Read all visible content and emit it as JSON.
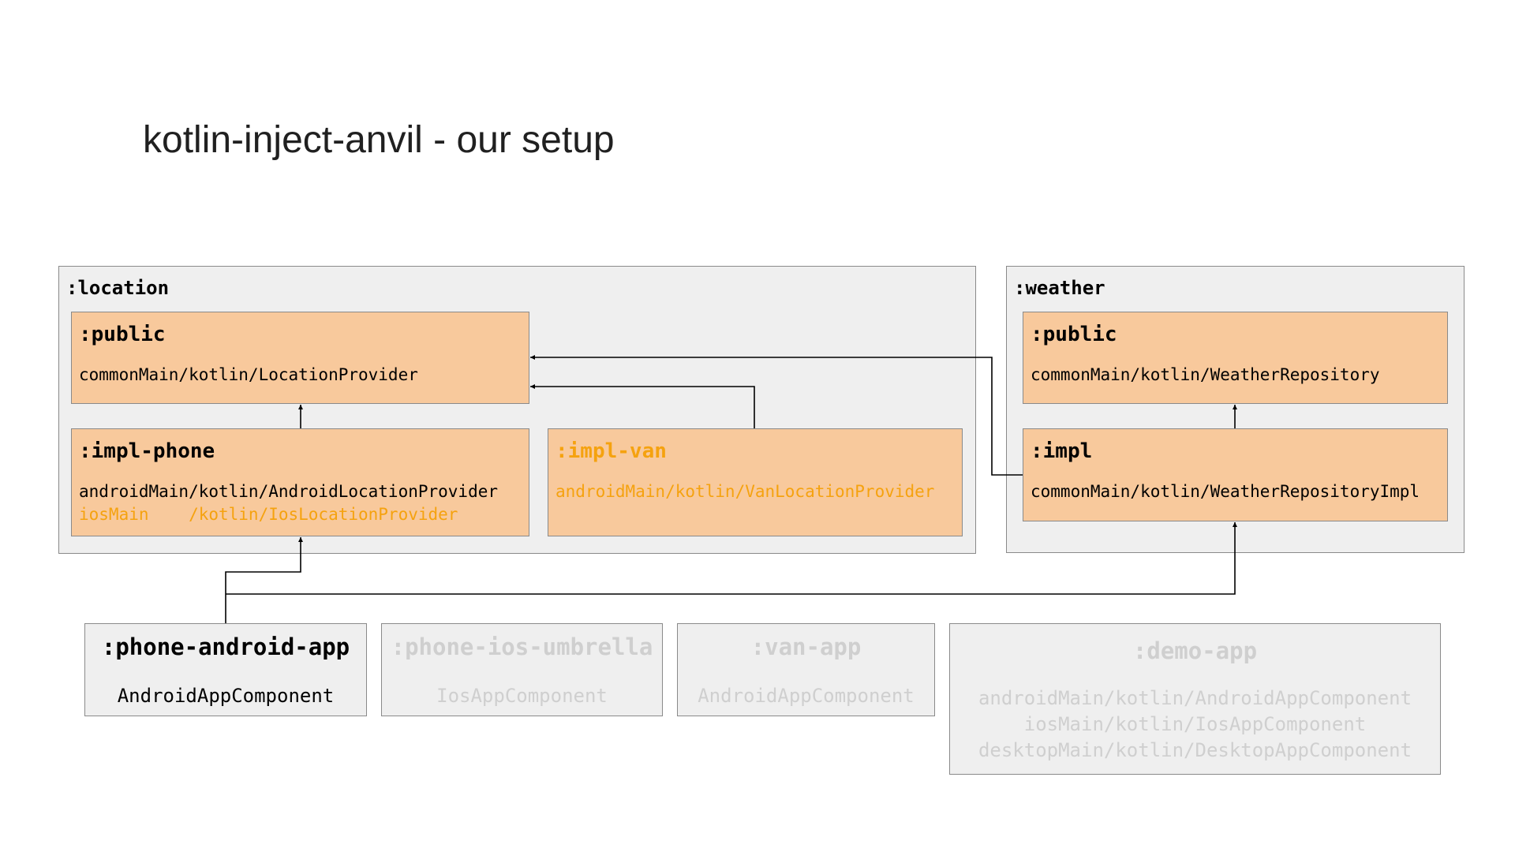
{
  "title": "kotlin-inject-anvil - our setup",
  "colors": {
    "module_fill": "#f8c99c",
    "group_fill": "#efefef",
    "border": "#8a8a8a",
    "highlight": "#f5a20f",
    "faded": "#cfcfcf"
  },
  "location": {
    "label": ":location",
    "public": {
      "title": ":public",
      "path": "commonMain/kotlin/LocationProvider"
    },
    "impl_phone": {
      "title": ":impl-phone",
      "path_android": "androidMain/kotlin/AndroidLocationProvider",
      "path_ios": "iosMain    /kotlin/IosLocationProvider"
    },
    "impl_van": {
      "title": ":impl-van",
      "path": "androidMain/kotlin/VanLocationProvider"
    }
  },
  "weather": {
    "label": ":weather",
    "public": {
      "title": ":public",
      "path": "commonMain/kotlin/WeatherRepository"
    },
    "impl": {
      "title": ":impl",
      "path": "commonMain/kotlin/WeatherRepositoryImpl"
    }
  },
  "apps": {
    "phone_android": {
      "title": ":phone-android-app",
      "component": "AndroidAppComponent"
    },
    "phone_ios": {
      "title": ":phone-ios-umbrella",
      "component": "IosAppComponent"
    },
    "van": {
      "title": ":van-app",
      "component": "AndroidAppComponent"
    },
    "demo": {
      "title": ":demo-app",
      "components": [
        "androidMain/kotlin/AndroidAppComponent",
        "iosMain/kotlin/IosAppComponent",
        "desktopMain/kotlin/DesktopAppComponent"
      ]
    }
  }
}
